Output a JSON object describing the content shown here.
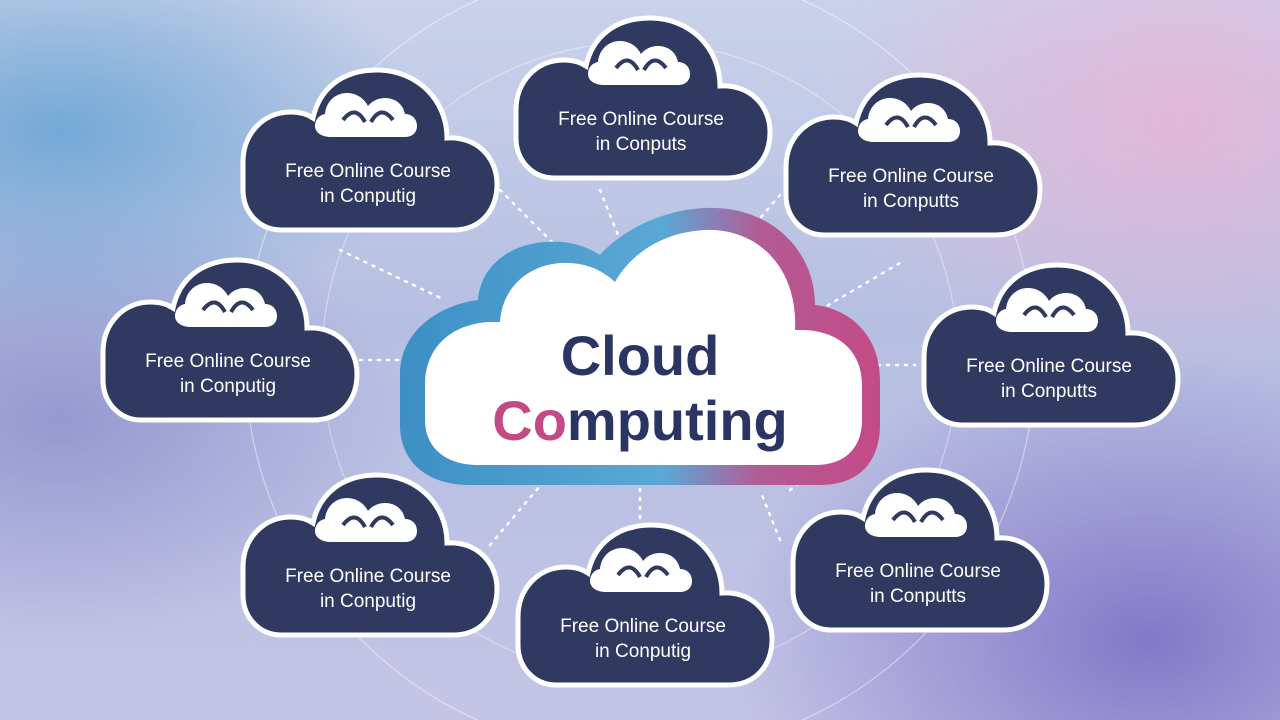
{
  "center": {
    "line1": "Cloud",
    "line2_accent": "Co",
    "line2_rest": "mputing"
  },
  "nodes": [
    {
      "line1": "Free Online Course",
      "line2": "in Conputs"
    },
    {
      "line1": "Free Online Course",
      "line2": "in Conputts"
    },
    {
      "line1": "Free Online Course",
      "line2": "in Conputig"
    },
    {
      "line1": "Free Online Course",
      "line2": "in Conputts"
    },
    {
      "line1": "Free Online Course",
      "line2": "in Conputts"
    },
    {
      "line1": "Free Online Course",
      "line2": "in Conputig"
    },
    {
      "line1": "Free Online Course",
      "line2": "in Conputig"
    },
    {
      "line1": "Free Online Course",
      "line2": "in Conputig"
    }
  ],
  "icons": [
    "cloud-icon"
  ],
  "colors": {
    "node_fill": "#303a60",
    "node_text": "#ffffff",
    "center_text": "#2b3563",
    "accent_pink": "#c44a86",
    "accent_blue": "#3d8fc4"
  }
}
